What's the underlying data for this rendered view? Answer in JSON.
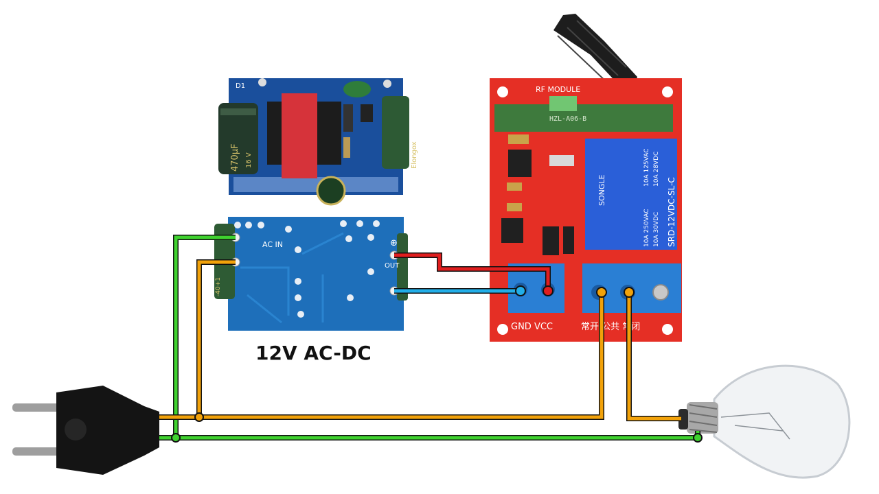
{
  "converter": {
    "caption": "12V AC-DC",
    "top": {
      "cap_text_1": "470µF",
      "cap_text_2": "16 V",
      "cap_brand": "Elongox",
      "label_d1": "D1"
    },
    "bottom": {
      "ac_in_label": "AC IN",
      "out_label": "OUT",
      "out_plus": "⊕",
      "side_text": "-40+1"
    }
  },
  "relay_module": {
    "header_label": "RF MODULE",
    "receiver_label": "HZL-A06-B",
    "relay_brand": "SONGLE",
    "relay_model": "SRD-12VDC-SL-C",
    "relay_ratings": [
      "10A 250VAC",
      "10A 125VAC",
      "10A 30VDC",
      "10A 28VDC"
    ],
    "gnd_vcc_label": "GND VCC",
    "relay_terminal_label": "常开 公共 常闭"
  },
  "wire_colors": {
    "live": "#f2a20a",
    "neutral": "#3fd22f",
    "dc_positive": "#e01e1e",
    "dc_negative": "#22aee8"
  }
}
